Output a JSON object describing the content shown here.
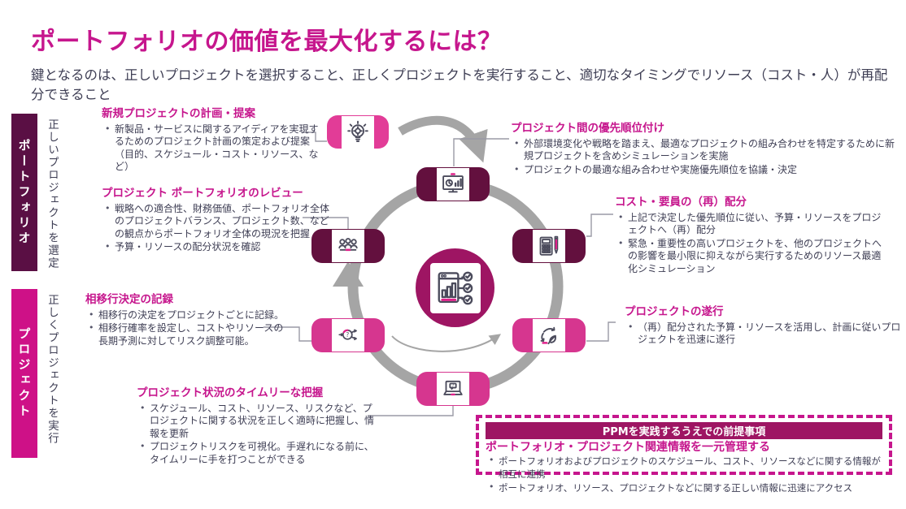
{
  "page": {
    "title": "ポートフォリオの価値を最大化するには？",
    "subtitle": "鍵となるのは、正しいプロジェクトを選択すること、正しくプロジェクトを実行すること、適切なタイミングでリソース（コスト・人）が再配分できること"
  },
  "side_bars": {
    "portfolio": {
      "label": "ポートフォリオ",
      "caption": "正しいプロジェクトを選定",
      "color": "#5A0F44"
    },
    "project": {
      "label": "プロジェクト",
      "caption": "正しくプロジェクトを実行",
      "color": "#CE1187"
    }
  },
  "blocks": {
    "plan": {
      "title": "新規プロジェクトの計画・提案",
      "bullets": [
        "新製品・サービスに関するアイディアを実現するためのプロジェクト計画の策定および提案（目的、スケジュール・コスト・リソース、など）"
      ]
    },
    "review": {
      "title": "プロジェクト ポートフォリオのレビュー",
      "bullets": [
        "戦略への適合性、財務価値、ポートフォリオ全体のプロジェクトバランス、プロジェクト数、などの観点からポートフォリオ全体の現況を把握",
        "予算・リソースの配分状況を確認"
      ]
    },
    "phase": {
      "title": "相移行決定の記録",
      "bullets": [
        "相移行の決定をプロジェクトごとに記録。",
        "相移行確率を設定し、コストやリソースの長期予測に対してリスク調整可能。"
      ]
    },
    "status": {
      "title": "プロジェクト状況のタイムリーな把握",
      "bullets": [
        "スケジュール、コスト、リソース、リスクなど、プロジェクトに関する状況を正しく適時に把握し、情報を更新",
        "プロジェクトリスクを可視化。手遅れになる前に、タイムリーに手を打つことができる"
      ]
    },
    "priority": {
      "title": "プロジェクト間の優先順位付け",
      "bullets": [
        "外部環境変化や戦略を踏まえ、最適なプロジェクトの組み合わせを特定するために新規プロジェクトを含めシミュレーションを実施",
        "プロジェクトの最適な組み合わせや実施優先順位を協議・決定"
      ]
    },
    "allocation": {
      "title": "コスト・要員の（再）配分",
      "bullets": [
        "上記で決定した優先順位に従い、予算・リソースをプロジェクトへ（再）配分",
        "緊急・重要性の高いプロジェクトを、他のプロジェクトへの影響を最小限に抑えながら実行するためのリソース最適化シミュレーション"
      ]
    },
    "execution": {
      "title": "プロジェクトの遂行",
      "bullets": [
        "（再）配分された予算・リソースを活用し、計画に従いプロジェクトを迅速に遂行"
      ]
    }
  },
  "ppm_box": {
    "header": "PPMを実践するうえでの前提事項",
    "subheader": "ポートフォリオ・プロジェクト関連情報を一元管理する",
    "bullets": [
      "ポートフォリオおよびプロジェクトのスケジュール、コスト、リソースなどに関する情報が相互に連携",
      "ポートフォリオ、リソース、プロジェクトなどに関する正しい情報に迅速にアクセス"
    ]
  },
  "cycle": {
    "icons": [
      "lightbulb-gear-icon",
      "monitor-chart-icon",
      "people-meeting-icon",
      "calculator-pencil-icon",
      "decision-question-icon",
      "recycle-leaf-icon",
      "laptop-chat-icon",
      "checklist-dashboard-icon"
    ]
  },
  "colors": {
    "accent_magenta": "#C6168D",
    "dark_plum_bar": "#5A0F44",
    "node_dark": "#63103E",
    "node_pink": "#D6368F",
    "node_pink_light": "#E23C97",
    "project_bar_pink": "#CE1187",
    "ring_gray": "#A5A5A5",
    "ppm_header_bg": "#9E1563",
    "body_text": "#3E3E54"
  }
}
